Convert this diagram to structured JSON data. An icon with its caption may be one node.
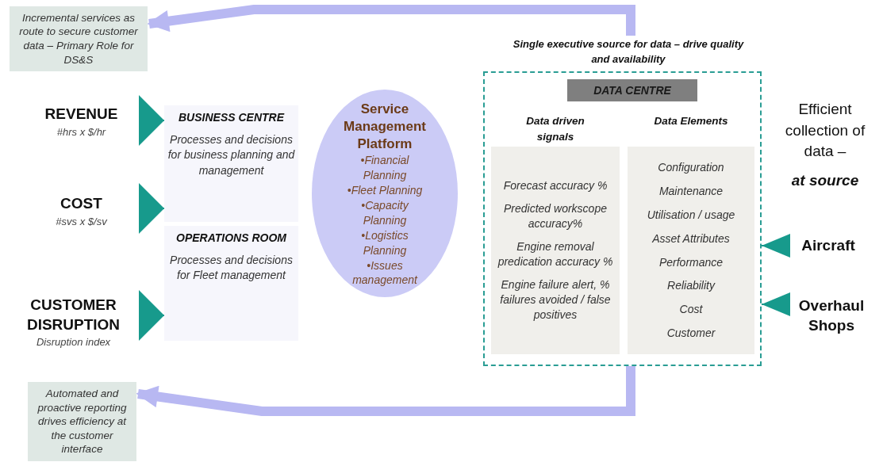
{
  "diagram": {
    "nodes": [
      {
        "text": [
          "Incremental services as route to secure customer data – Primary Role for DS&S"
        ]
      },
      {
        "text": [
          "REVENUE",
          "#hrs x $/hr"
        ]
      },
      {
        "text": [
          "COST",
          "#svs x $/sv"
        ]
      },
      {
        "text": [
          "CUSTOMER DISRUPTION",
          "Disruption index"
        ]
      },
      {
        "text": [
          "BUSINESS CENTRE",
          "Processes and decisions for business planning and management"
        ]
      },
      {
        "text": [
          "OPERATIONS ROOM",
          "Processes and decisions for Fleet management"
        ]
      },
      {
        "text": [
          "Service Management Platform",
          "•Financial Planning",
          "•Fleet Planning",
          "•Capacity Planning",
          "•Logistics Planning",
          "•Issues management"
        ]
      },
      {
        "text": [
          "Single executive source for data – drive quality and availability"
        ]
      },
      {
        "text": [
          "DATA CENTRE"
        ],
        "in": 7
      },
      {
        "text": [
          "Data driven signals",
          "Forecast accuracy %",
          "Predicted workscope accuracy%",
          "Engine removal predication accuracy %",
          "Engine failure alert, % failures avoided / false positives"
        ],
        "in": 7
      },
      {
        "text": [
          "Data Elements",
          "Configuration",
          "Maintenance",
          "Utilisation / usage",
          "Asset Attributes",
          "Performance",
          "Reliability",
          "Cost",
          "Customer"
        ],
        "in": 7
      },
      {
        "text": [
          "Aircraft"
        ]
      },
      {
        "text": [
          "Overhaul Shops"
        ]
      },
      {
        "text": [
          "Automated and proactive reporting drives efficiency at the customer interface"
        ]
      }
    ],
    "edges": [
      {
        "from": 1,
        "to": 4,
        "arrow": "to"
      },
      {
        "from": 2,
        "to": 4,
        "arrow": "to"
      },
      {
        "from": 3,
        "to": 5,
        "arrow": "to"
      },
      {
        "from": 11,
        "to": 7,
        "arrow": "to"
      },
      {
        "from": 12,
        "to": 7,
        "arrow": "to"
      },
      {
        "from": 7,
        "to": 0,
        "arrow": "to",
        "style": "thick",
        "color": "#b8b8f2"
      },
      {
        "from": 7,
        "to": 13,
        "arrow": "to",
        "style": "thick",
        "color": "#b8b8f2"
      }
    ],
    "labels": [
      "Efficient collection of data –",
      "at source"
    ]
  }
}
